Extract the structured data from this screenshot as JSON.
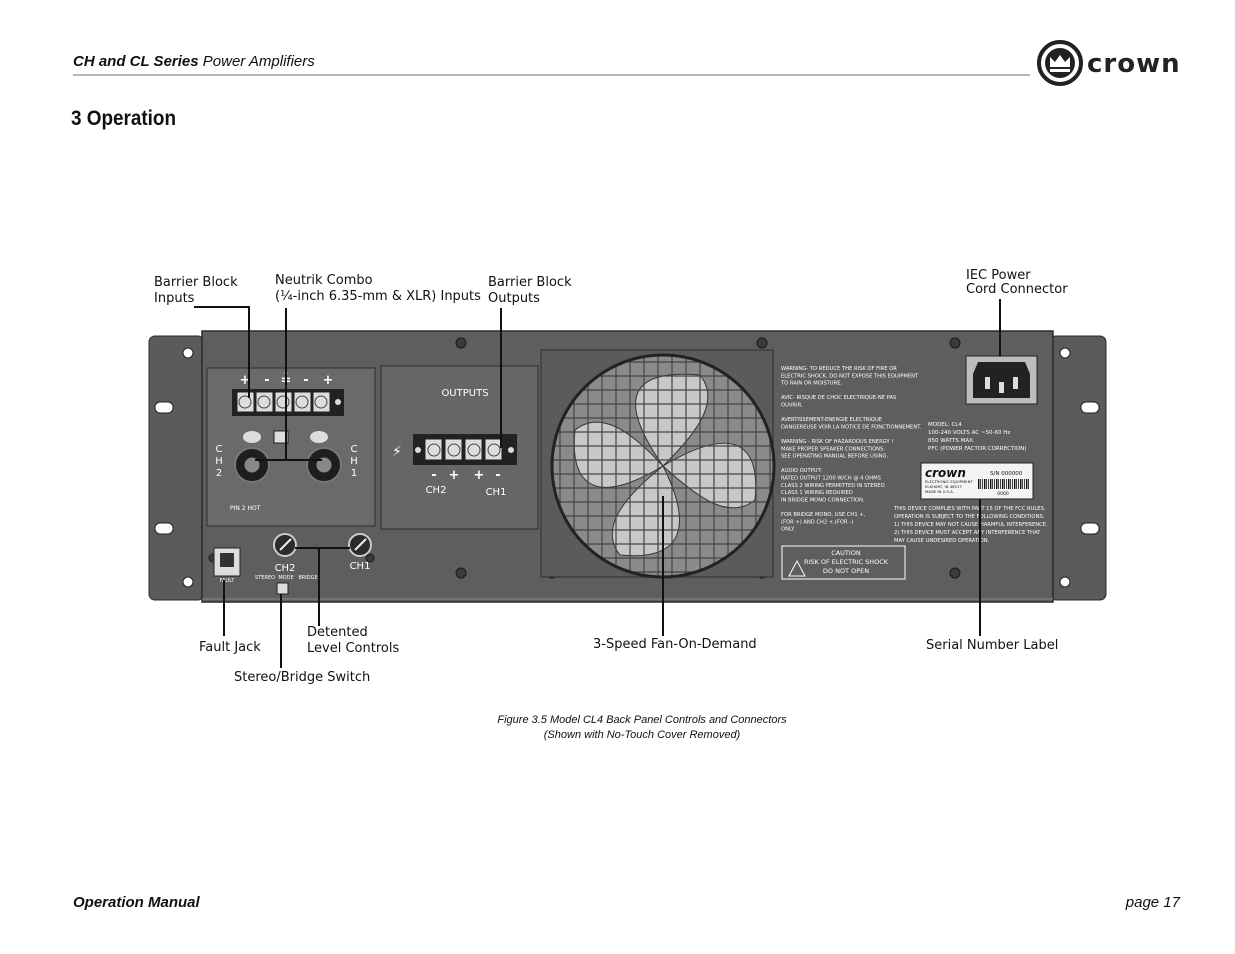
{
  "header": {
    "series_bold": "CH and CL Series",
    "series_rest": " Power Amplifiers",
    "brand": "crown"
  },
  "section_title": "3 Operation",
  "callouts": {
    "barrier_inputs": [
      "Barrier Block",
      "Inputs"
    ],
    "neutrik": [
      "Neutrik Combo",
      "(¼-inch 6.35-mm & XLR) Inputs"
    ],
    "barrier_outputs": [
      "Barrier Block",
      "Outputs"
    ],
    "iec": [
      "IEC Power",
      "Cord Connector"
    ],
    "fault_jack": "Fault Jack",
    "detented": [
      "Detented",
      "Level Controls"
    ],
    "stereo_bridge": "Stereo/Bridge Switch",
    "fan": "3-Speed Fan-On-Demand",
    "serial": "Serial Number Label"
  },
  "panel": {
    "input_signs": [
      "+",
      "-",
      "≟",
      "-",
      "+"
    ],
    "ch2_vertical": [
      "C",
      "H",
      "2"
    ],
    "ch1_vertical": [
      "C",
      "H",
      "1"
    ],
    "pin2_hot": "PIN 2 HOT",
    "outputs_title": "OUTPUTS",
    "output_signs": [
      "-",
      "+",
      "+",
      "-"
    ],
    "ch2_out": "CH2",
    "ch1_out": "CH1",
    "fault_label": "FAULT",
    "ch2_knob": "CH2",
    "ch1_knob": "CH1",
    "mode_labels": [
      "STEREO",
      "MODE",
      "BRIDGE"
    ],
    "warning_lines": [
      "WARNING- TO REDUCE THE RISK OF FIRE OR",
      "ELECTRIC SHOCK, DO NOT EXPOSE THIS EQUIPMENT",
      "TO RAIN OR MOISTURE.",
      "",
      "AVIC- RISQUE DE CHOC ELECTRIQUE-NE PAS",
      "OUVRIR.",
      "",
      "AVERTISSEMENT-ENERGIE ELECTRIQUE",
      "DANGEREUSE VOIR LA NOTICE DE FONCTIONNEMENT.",
      "",
      "WARNING - RISK OF HAZARDOUS ENERGY !",
      "MAKE PROPER SPEAKER CONNECTIONS.",
      "SEE OPERATING MANUAL BEFORE USING.",
      "",
      "AUDIO OUTPUT:",
      "RATED OUTPUT 1200 W/CH @ 4 OHMS",
      "CLASS 2 WIRING PERMITTED IN STEREO",
      "CLASS 1 WIRING REQUIRED",
      "IN BRIDGE MONO CONNECTION.",
      "",
      "FOR BRIDGE MONO, USE CH1 +,",
      "(FOR +) AND CH2 +,(FOR -)",
      "ONLY."
    ],
    "model_lines": [
      "MODEL: CL4",
      "100-240 VOLTS AC ~50-60 Hz",
      "850 WATTS MAX.",
      "PFC (POWER FACTOR CORRECTION)"
    ],
    "serial_brand": "crown",
    "serial_no": "S/N 000000",
    "serial_sub": [
      "ELECTRONIC EQUIPMENT",
      "ELKHART, IN 46517",
      "MADE IN U.S.A."
    ],
    "serial_code": "0000",
    "fcc_lines": [
      "THIS DEVICE COMPLIES WITH PART 15 OF THE FCC RULES.",
      "OPERATION IS SUBJECT TO THE FOLLOWING CONDITIONS:",
      "1) THIS DEVICE MAY NOT CAUSE HARMFUL INTERFERENCE.",
      "2) THIS DEVICE MUST ACCEPT ANY INTERFERENCE THAT",
      "   MAY CAUSE UNDESIRED OPERATION."
    ],
    "caution_lines": [
      "CAUTION",
      "RISK OF ELECTRIC SHOCK",
      "DO NOT OPEN"
    ]
  },
  "caption": [
    "Figure 3.5  Model CL4 Back Panel Controls and Connectors",
    "(Shown with No-Touch Cover Removed)"
  ],
  "footer": {
    "left": "Operation Manual",
    "right": "page 17"
  }
}
